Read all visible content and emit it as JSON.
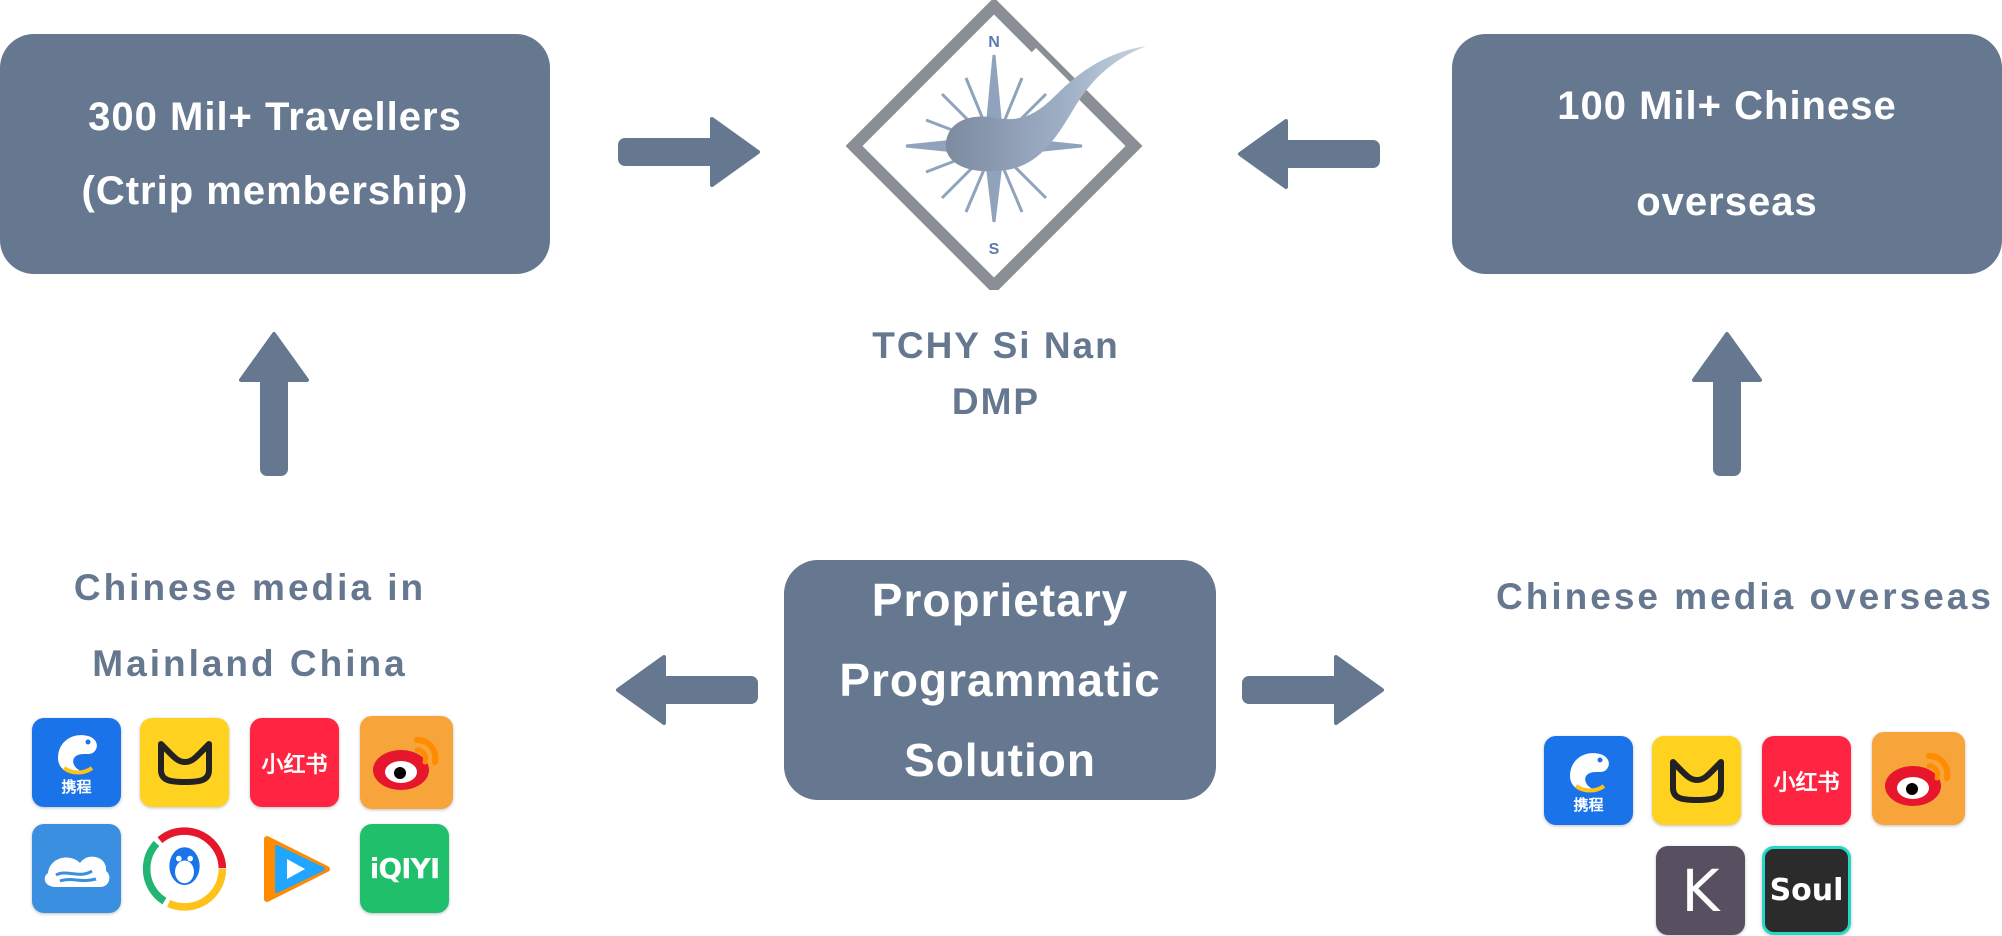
{
  "boxes": {
    "travellers": {
      "line1": "300 Mil+ Travellers",
      "line2": "(Ctrip membership)"
    },
    "overseas": {
      "line1": "100 Mil+ Chinese",
      "line2": "overseas"
    },
    "programmatic": {
      "line1": "Proprietary",
      "line2": "Programmatic",
      "line3": "Solution"
    }
  },
  "logo": {
    "caption_line1": "TCHY Si Nan",
    "caption_line2": "DMP",
    "north": "N",
    "south": "S"
  },
  "labels": {
    "mainland": {
      "line1": "Chinese media in",
      "line2": "Mainland China"
    },
    "overseas_media": "Chinese media overseas"
  },
  "apps": {
    "ctrip": "携程",
    "xiaohongshu": "小红书",
    "iqiyi": "iQIYI",
    "keep": "K",
    "soul": "Soul"
  },
  "colors": {
    "node": "#667790",
    "arrow": "#667790",
    "logo_frame": "#8a8f96"
  }
}
